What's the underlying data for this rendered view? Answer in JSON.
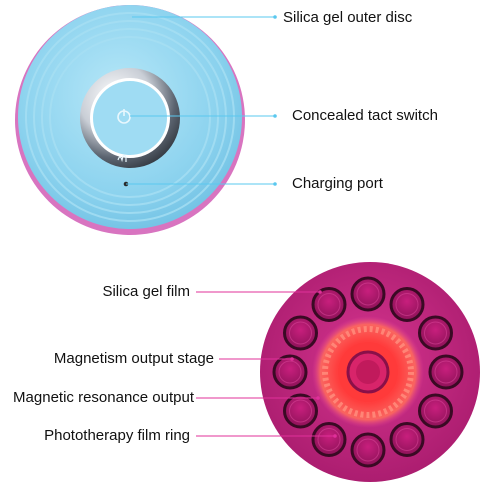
{
  "labels": {
    "outer_disc": "Silica gel outer disc",
    "tact_switch": "Concealed tact switch",
    "charging_port": "Charging port",
    "gel_film": "Silica gel film",
    "magnetism_stage": "Magnetism output stage",
    "resonance_output": "Magnetic resonance output",
    "phototherapy_ring": "Phototherapy film ring"
  },
  "colors": {
    "top_disc": "#8fd3ee",
    "top_disc_rim": "#d469b6",
    "metal_ring": "#c7ccd3",
    "bottom_disc": "#c2247f",
    "red_glow": "#ff3b3b",
    "leader_blue": "#5ac8ef",
    "leader_magenta": "#e0309a"
  },
  "icons": {
    "power": "power-icon",
    "touch": "touch-icon"
  }
}
